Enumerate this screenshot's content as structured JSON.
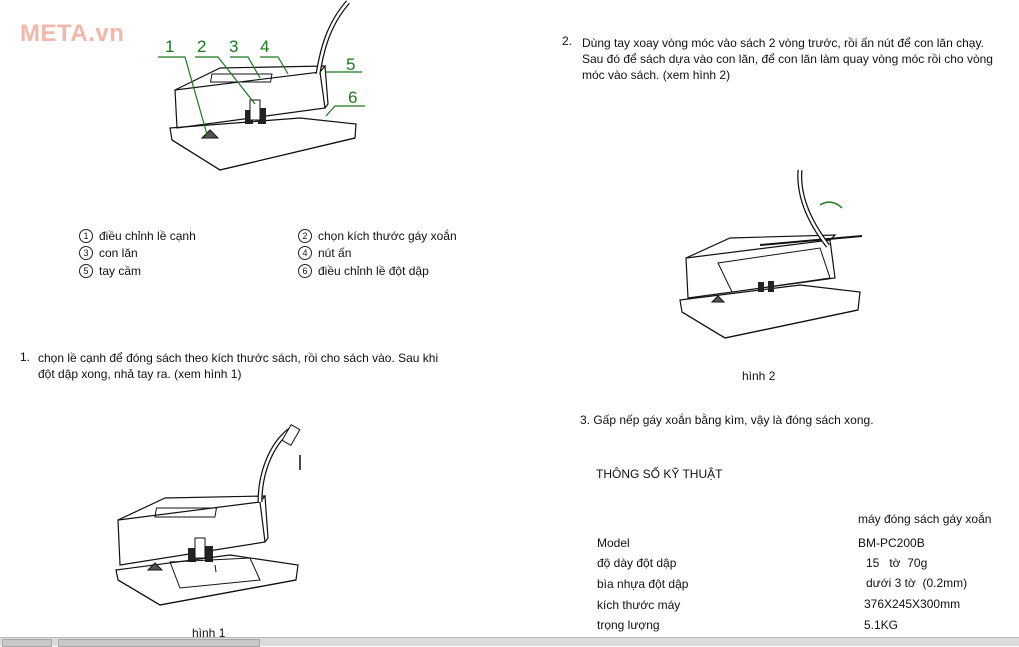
{
  "logo": "META.vn",
  "callouts": [
    "1",
    "2",
    "3",
    "4",
    "5",
    "6"
  ],
  "legend": [
    {
      "n": "1",
      "text": "điều chỉnh lề cạnh"
    },
    {
      "n": "2",
      "text": "chọn kích thước gáy xoắn"
    },
    {
      "n": "3",
      "text": "con lăn"
    },
    {
      "n": "4",
      "text": "nút ấn"
    },
    {
      "n": "5",
      "text": "tay cầm"
    },
    {
      "n": "6",
      "text": "điều chỉnh lề đột dập"
    }
  ],
  "step1": {
    "num": "1.",
    "line1": "chọn lề cạnh để đóng sách theo kích thước sách, rồi cho sách vào. Sau khi",
    "line2": "đột dập xong, nhả tay ra. (xem hình 1)"
  },
  "figure1_caption": "hình 1",
  "step2": {
    "num": "2.",
    "line1": "Dùng tay xoay vòng móc vào sách 2 vòng trước, rồi ấn nút để con lăn chạy.",
    "line2": "Sau đó để sách dựa vào con lăn, để con lăn làm quay vòng móc rồi cho vòng",
    "line3": "móc vào sách. (xem hình 2)"
  },
  "figure2_caption": "hình 2",
  "step3": "3. Gấp nếp gáy xoắn bằng kìm, vậy là đóng sách xong.",
  "specs": {
    "title": "THÔNG SỐ KỸ THUẬT",
    "product_name": "máy đóng sách gáy xoắn",
    "rows": [
      {
        "label": "Model",
        "value": "BM-PC200B"
      },
      {
        "label": "độ dày đột dập",
        "value": "15   tờ  70g"
      },
      {
        "label": "bìa nhựa đột dập",
        "value": "dưới 3 tờ  (0.2mm)"
      },
      {
        "label": "kích thước máy",
        "value": "376X245X300mm"
      },
      {
        "label": "trọng lượng",
        "value": "5.1KG"
      }
    ]
  }
}
